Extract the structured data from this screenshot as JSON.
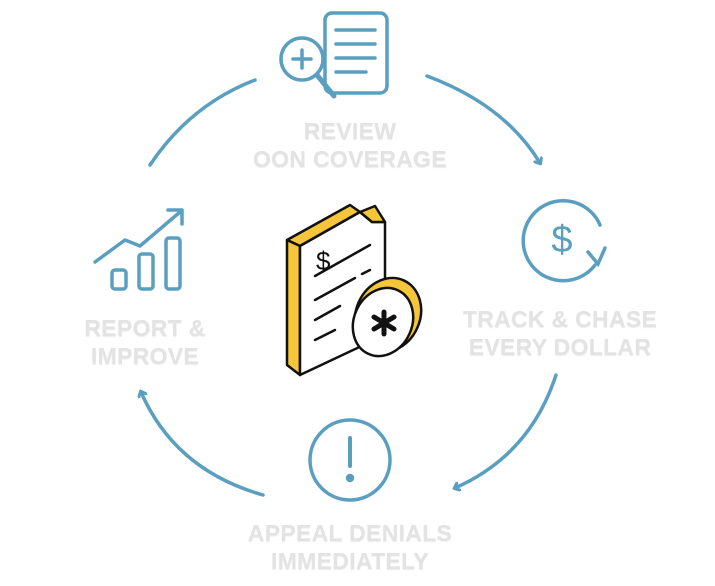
{
  "steps": [
    {
      "line1": "REVIEW",
      "line2": "OON COVERAGE",
      "icon": "document-search-icon"
    },
    {
      "line1": "TRACK & CHASE",
      "line2": "EVERY DOLLAR",
      "icon": "dollar-cycle-icon"
    },
    {
      "line1": "APPEAL DENIALS",
      "line2": "IMMEDIATELY",
      "icon": "exclamation-icon"
    },
    {
      "line1": "REPORT &",
      "line2": "IMPROVE",
      "icon": "bar-chart-growth-icon"
    }
  ],
  "center": {
    "icon": "medical-bill-icon",
    "symbol": "$"
  },
  "colors": {
    "accent": "#5a9fbf",
    "label": "#e3e3e3",
    "yellow": "#f5c53a"
  }
}
